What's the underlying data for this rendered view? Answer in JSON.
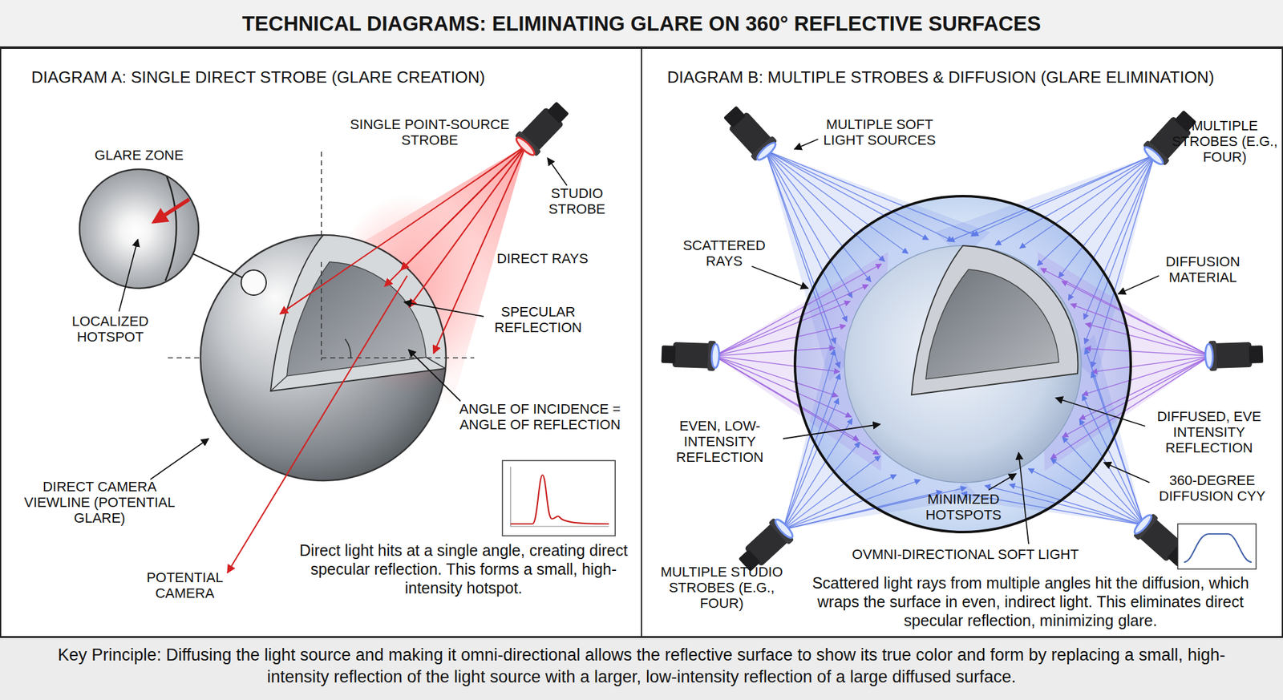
{
  "diagram": {
    "title": "TECHNICAL DIAGRAMS: ELIMINATING GLARE ON 360° REFLECTIVE SURFACES",
    "caption": "Key Principle: Diffusing the light source and making it omni-directional allows the reflective surface to show its true color and form by replacing a small, high-intensity reflection of the light source with a larger, low-intensity reflection of a large diffused surface.",
    "nodes": [
      {
        "text": [
          "DIAGRAM A: SINGLE DIRECT STROBE (GLARE CREATION)"
        ]
      },
      {
        "text": [
          "DIAGRAM B: MULTIPLE STROBES & DIFFUSION (GLARE ELIMINATION)"
        ]
      }
    ],
    "labels": [
      "GLARE ZONE",
      "SINGLE POINT-SOURCE STROBE",
      "STUDIO STROBE",
      "DIRECT RAYS",
      "SPECULAR REFLECTION",
      "LOCALIZED HOTSPOT",
      "ANGLE OF INCIDENCE = ANGLE OF REFLECTION",
      "DIRECT CAMERA VIEWLINE (POTENTIAL GLARE)",
      "POTENTIAL CAMERA",
      "Direct light hits at a single angle, creating direct specular reflection. This forms a small, high-intensity hotspot.",
      "MULTIPLE SOFT LIGHT SOURCES",
      "MULTIPLE STROBES (E.G., FOUR)",
      "SCATTERED RAYS",
      "DIFFUSION MATERIAL",
      "EVEN, LOW-INTENSITY REFLECTION",
      "DIFFUSED, EVE INTENSITY REFLECTION",
      "360-DEGREE DIFFUSION CYY",
      "MINIMIZED HOTSPOTS",
      "OVMNI-DIRECTIONAL SOFT LIGHT",
      "MULTIPLE STUDIO STROBES (E.G., FOUR)",
      "Scattered light rays from multiple angles hit the diffusion, which wraps the surface in even, indirect light. This eliminates direct specular reflection, minimizing glare."
    ]
  }
}
